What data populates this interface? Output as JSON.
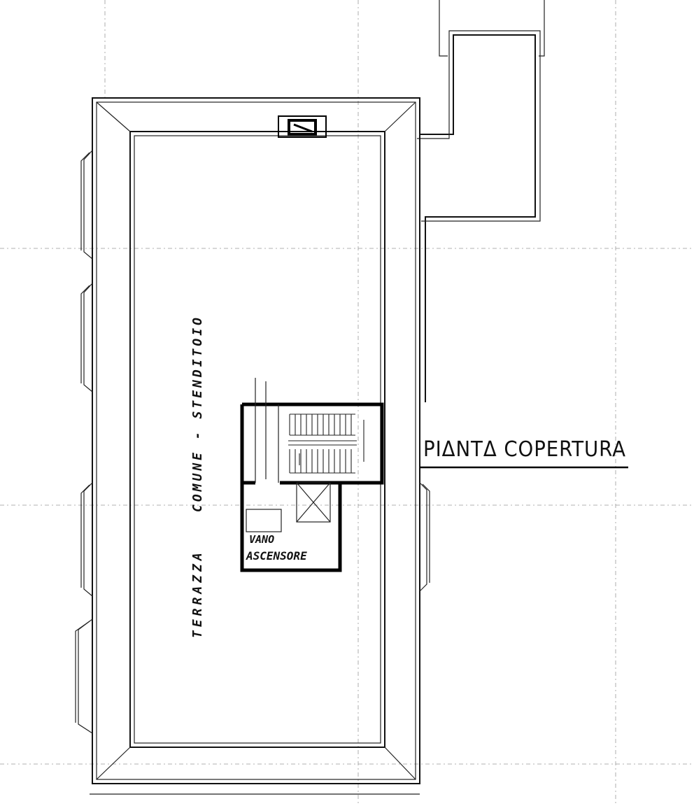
{
  "drawing": {
    "title": "PIΔNTΔ COPERTURA",
    "terrace_label_part1": "TERRAZZA",
    "terrace_label_part2": "COMUNE - STENDITOIO",
    "elevator_label_line1": "VANO",
    "elevator_label_line2": "ASCENSORE"
  },
  "colors": {
    "ink": "#111111",
    "paper": "#ffffff",
    "guide": "#999999"
  }
}
